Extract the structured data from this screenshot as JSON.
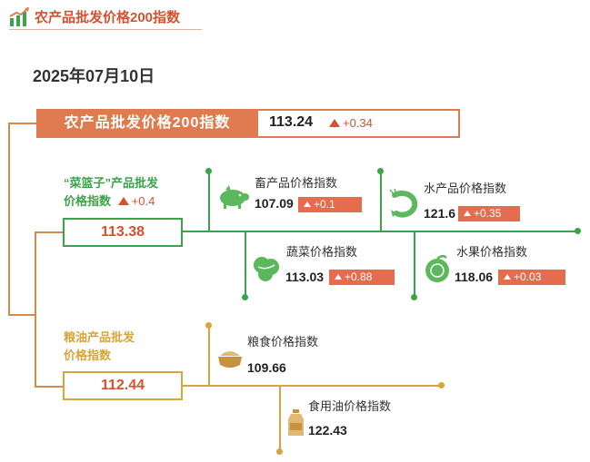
{
  "header": {
    "title": "农产品批发价格200指数",
    "icon": "rising-bar-chart-icon"
  },
  "date": "2025年07月10日",
  "main": {
    "label": "农产品批发价格200指数",
    "value": "113.24",
    "change": "+0.34"
  },
  "basket": {
    "title_line1": "“菜篮子”产品批发",
    "title_line2": "价格指数",
    "change": "+0.4",
    "value": "113.38",
    "color": "#3aa548",
    "subs": [
      {
        "name": "畜产品价格指数",
        "value": "107.09",
        "change": "+0.1",
        "icon": "pig-icon"
      },
      {
        "name": "水产品价格指数",
        "value": "121.6",
        "change": "+0.35",
        "icon": "shrimp-icon"
      },
      {
        "name": "蔬菜价格指数",
        "value": "113.03",
        "change": "+0.88",
        "icon": "vegetable-icon"
      },
      {
        "name": "水果价格指数",
        "value": "118.06",
        "change": "+0.03",
        "icon": "fruit-icon"
      }
    ]
  },
  "grain": {
    "title_line1": "粮油产品批发",
    "title_line2": "价格指数",
    "value": "112.44",
    "color": "#d9a43a",
    "subs": [
      {
        "name": "粮食价格指数",
        "value": "109.66",
        "icon": "grain-bowl-icon"
      },
      {
        "name": "食用油价格指数",
        "value": "122.43",
        "icon": "oil-bottle-icon"
      }
    ]
  },
  "colors": {
    "accent": "#e07a4f",
    "badge": "#e56d4f",
    "up": "#d7512e"
  }
}
